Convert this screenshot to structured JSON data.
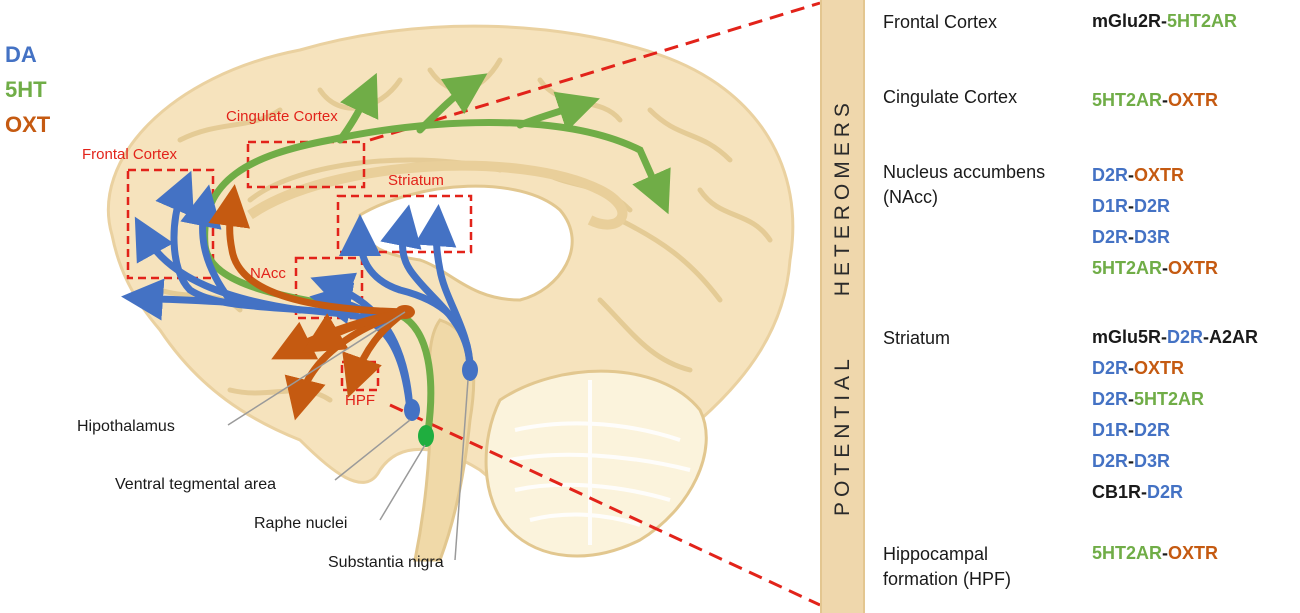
{
  "legend": [
    {
      "label": "DA",
      "color": "#4472c4"
    },
    {
      "label": "5HT",
      "color": "#70ad47"
    },
    {
      "label": "OXT",
      "color": "#c55a11"
    }
  ],
  "region_labels": {
    "frontal_cortex": "Frontal Cortex",
    "cingulate_cortex": "Cingulate Cortex",
    "striatum": "Striatum",
    "nacc": "NAcc",
    "hpf": "HPF"
  },
  "nuclei_labels": {
    "hypothalamus": "Hipothalamus",
    "vta": "Ventral tegmental area",
    "raphe": "Raphe nuclei",
    "substantia_nigra": "Substantia nigra"
  },
  "band": {
    "word1": "POTENTIAL",
    "word2": "HETEROMERS"
  },
  "regions": [
    {
      "name": "Frontal Cortex",
      "heteromers": [
        [
          {
            "t": "mGlu2R",
            "c": "k"
          },
          {
            "t": "-",
            "c": "k"
          },
          {
            "t": "5HT2AR",
            "c": "g"
          }
        ]
      ]
    },
    {
      "name": "Cingulate Cortex",
      "heteromers": [
        [
          {
            "t": "5HT2AR",
            "c": "g"
          },
          {
            "t": "-",
            "c": "k"
          },
          {
            "t": "OXTR",
            "c": "o"
          }
        ]
      ]
    },
    {
      "name": "Nucleus accumbens",
      "name2": "(NAcc)",
      "heteromers": [
        [
          {
            "t": "D2R",
            "c": "b"
          },
          {
            "t": "-",
            "c": "k"
          },
          {
            "t": "OXTR",
            "c": "o"
          }
        ],
        [
          {
            "t": "D1R",
            "c": "b"
          },
          {
            "t": "-",
            "c": "k"
          },
          {
            "t": "D2R",
            "c": "b"
          }
        ],
        [
          {
            "t": "D2R",
            "c": "b"
          },
          {
            "t": "-",
            "c": "k"
          },
          {
            "t": "D3R",
            "c": "b"
          }
        ],
        [
          {
            "t": "5HT2AR",
            "c": "g"
          },
          {
            "t": "-",
            "c": "k"
          },
          {
            "t": "OXTR",
            "c": "o"
          }
        ]
      ]
    },
    {
      "name": "Striatum",
      "heteromers": [
        [
          {
            "t": "mGlu5R",
            "c": "k"
          },
          {
            "t": "-",
            "c": "k"
          },
          {
            "t": "D2R",
            "c": "b"
          },
          {
            "t": "-",
            "c": "k"
          },
          {
            "t": "A2AR",
            "c": "k"
          }
        ],
        [
          {
            "t": "D2R",
            "c": "b"
          },
          {
            "t": "-",
            "c": "k"
          },
          {
            "t": "OXTR",
            "c": "o"
          }
        ],
        [
          {
            "t": "D2R",
            "c": "b"
          },
          {
            "t": "-",
            "c": "k"
          },
          {
            "t": "5HT2AR",
            "c": "g"
          }
        ],
        [
          {
            "t": "D1R",
            "c": "b"
          },
          {
            "t": "-",
            "c": "k"
          },
          {
            "t": "D2R",
            "c": "b"
          }
        ],
        [
          {
            "t": "D2R",
            "c": "b"
          },
          {
            "t": "-",
            "c": "k"
          },
          {
            "t": "D3R",
            "c": "b"
          }
        ],
        [
          {
            "t": "CB1R",
            "c": "k"
          },
          {
            "t": "-",
            "c": "k"
          },
          {
            "t": "D2R",
            "c": "b"
          }
        ]
      ]
    },
    {
      "name": "Hippocampal",
      "name2": "formation (HPF)",
      "heteromers": [
        [
          {
            "t": "5HT2AR",
            "c": "g"
          },
          {
            "t": "-",
            "c": "k"
          },
          {
            "t": "OXTR",
            "c": "o"
          }
        ]
      ]
    }
  ],
  "colors": {
    "da": "#4472c4",
    "sht": "#70ad47",
    "oxt": "#c55a11",
    "box": "#e2231a",
    "brain": "#f6e3bd"
  }
}
